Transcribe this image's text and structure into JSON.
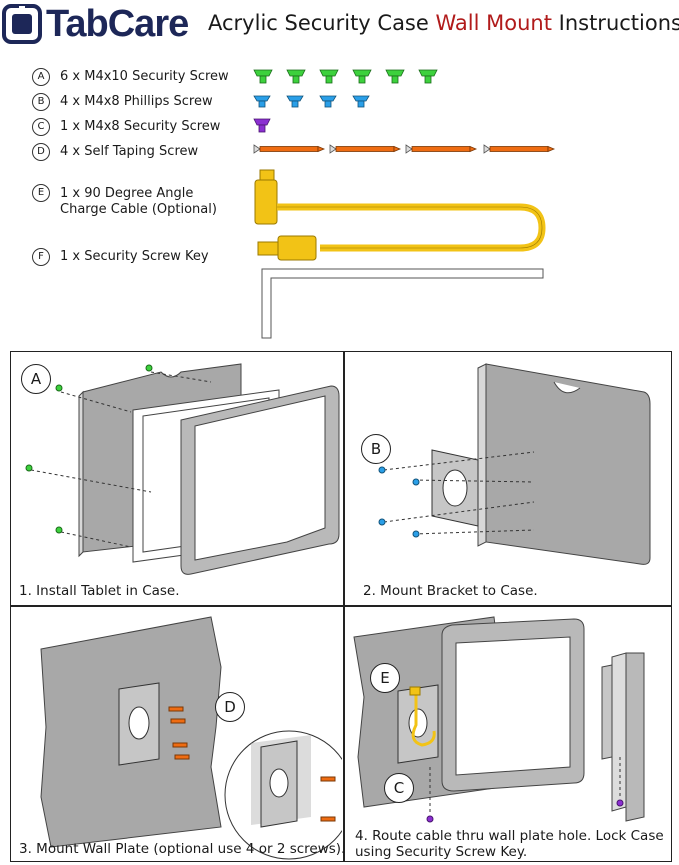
{
  "brand": {
    "name": "TabCare"
  },
  "title": {
    "part1": "Acrylic Security Case ",
    "highlight": "Wall Mount",
    "part2": " Instructions",
    "highlight_color": "#b11b1b"
  },
  "parts": [
    {
      "letter": "A",
      "label": "6 x M4x10 Security Screw",
      "color": "#3dd13d"
    },
    {
      "letter": "B",
      "label": "4 x M4x8 Phillips Screw",
      "color": "#2a9fe8"
    },
    {
      "letter": "C",
      "label": "1 x M4x8 Security Screw",
      "color": "#8b2fd1"
    },
    {
      "letter": "D",
      "label": "4 x Self Taping Screw",
      "color": "#ef6c12"
    },
    {
      "letter": "E",
      "label": "1 x 90 Degree Angle Charge Cable (Optional)",
      "color": "#f2c316"
    },
    {
      "letter": "F",
      "label": "1 x Security Screw Key",
      "color": "#ffffff"
    }
  ],
  "steps": [
    {
      "letter": "A",
      "label": "1. Install Tablet in Case."
    },
    {
      "letter": "B",
      "label": "2. Mount Bracket to Case."
    },
    {
      "letter": "D",
      "label": "3. Mount Wall Plate (optional use 4 or 2 screws)."
    },
    {
      "letter": "E",
      "letter2": "C",
      "label": "4. Route cable thru wall plate hole. Lock Case using Security Screw Key."
    }
  ]
}
